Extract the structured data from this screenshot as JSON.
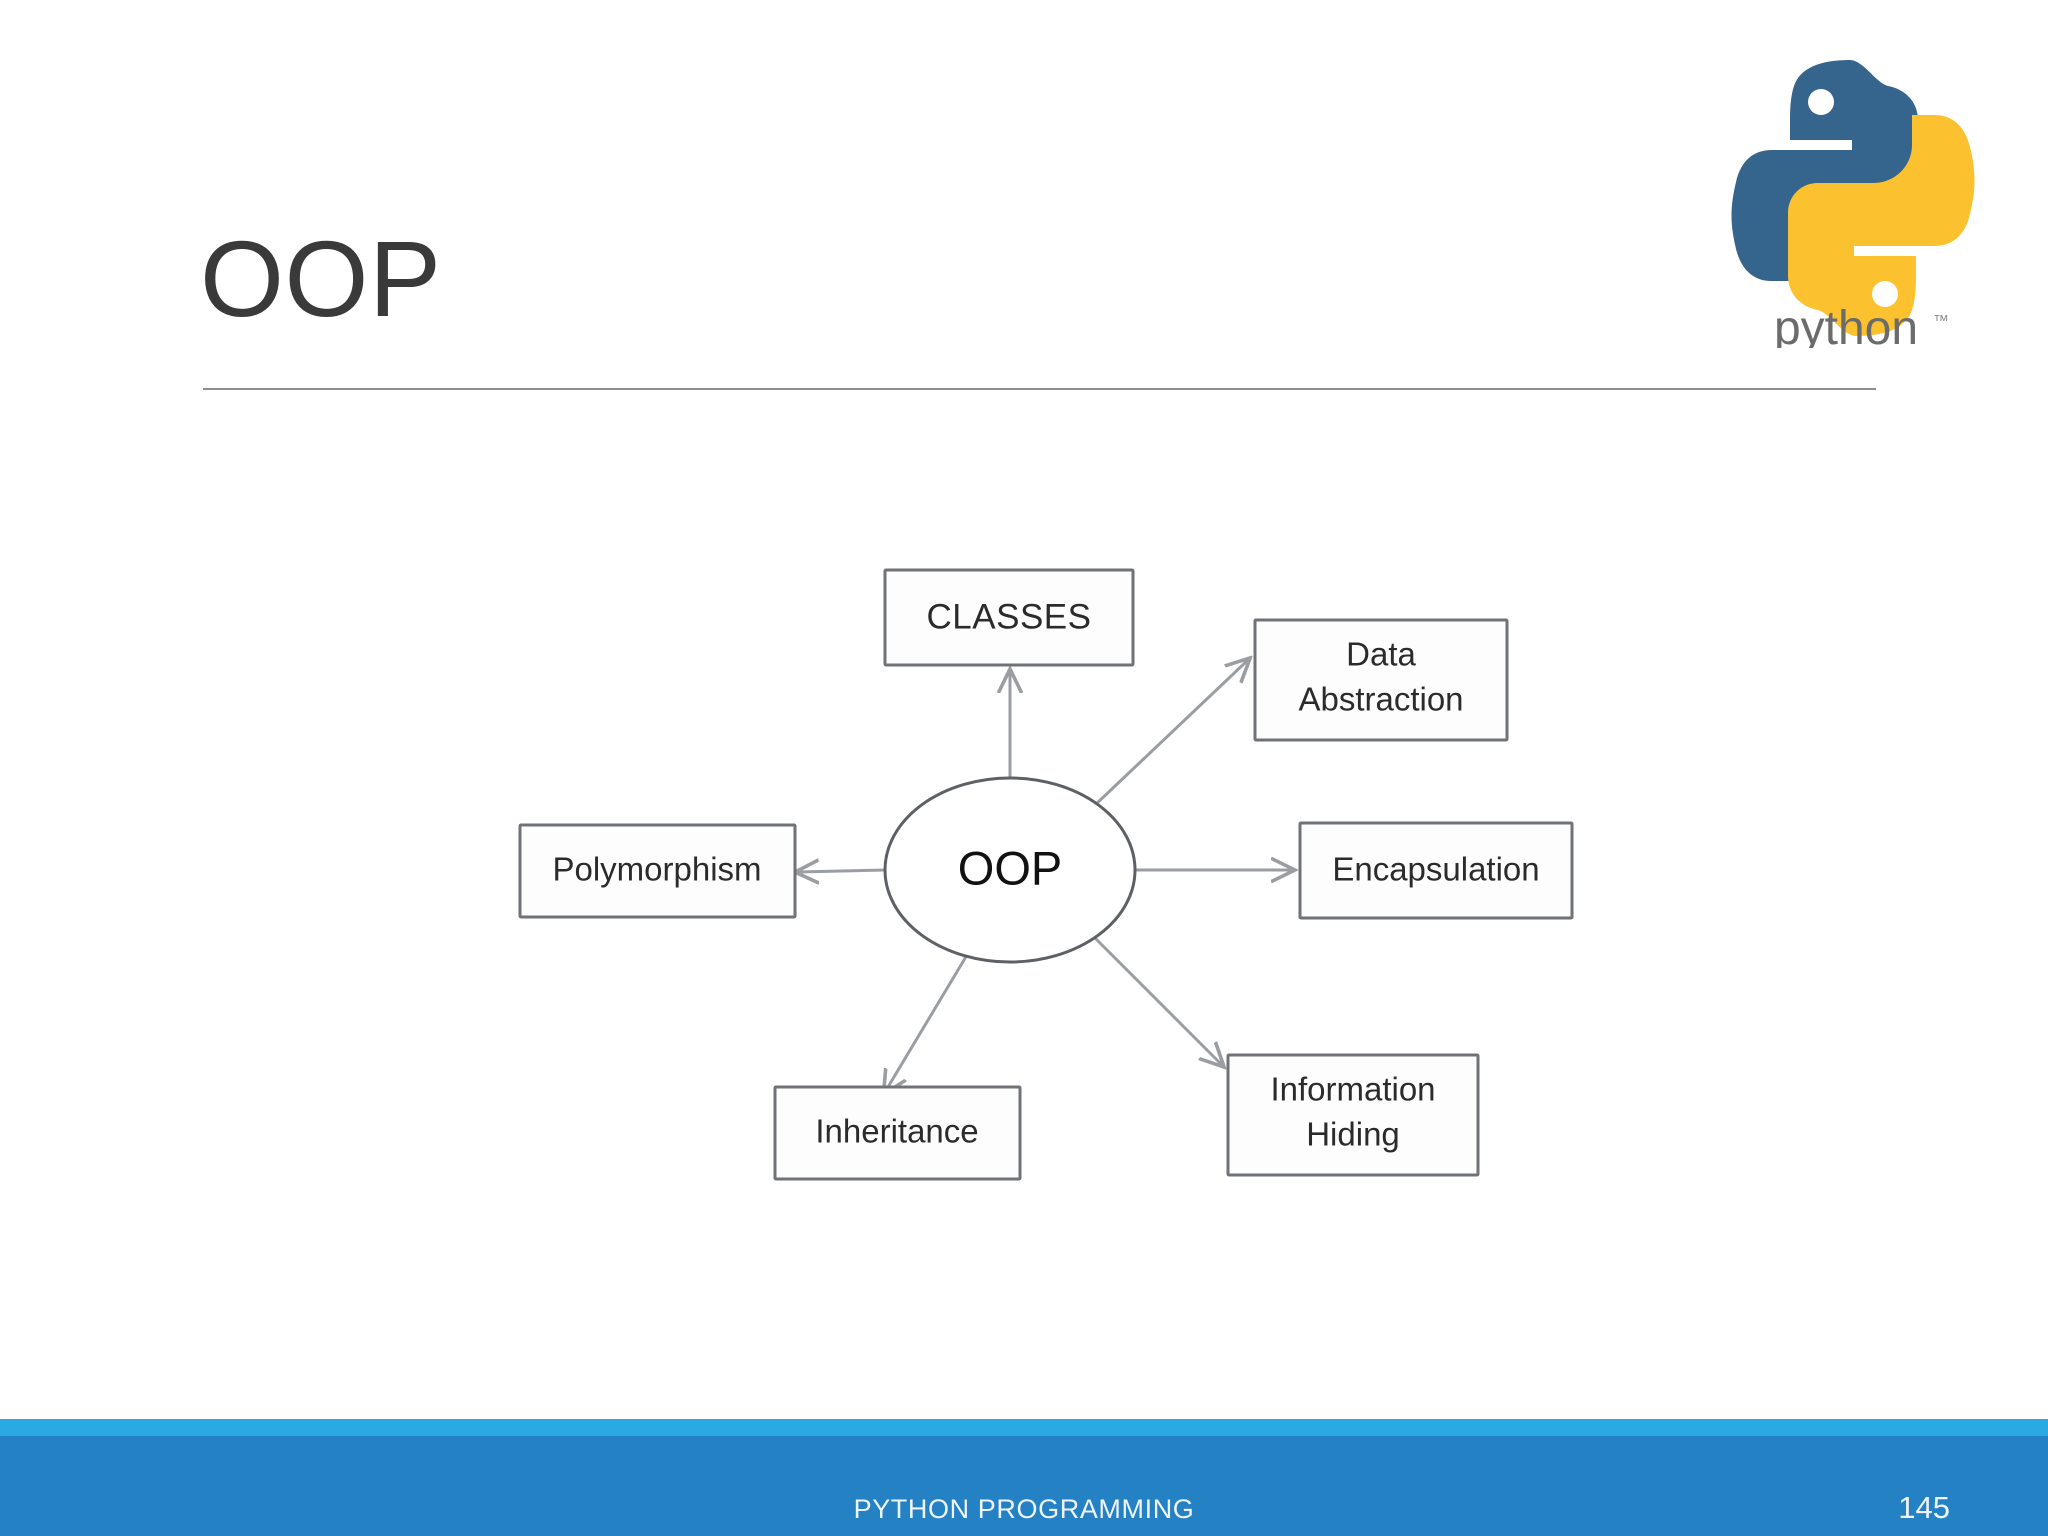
{
  "slide": {
    "title": "OOP",
    "page_number": "145",
    "footer_title": "PYTHON PROGRAMMING"
  },
  "logo": {
    "name": "python-logo",
    "wordmark": "python",
    "trademark": "™",
    "blue": "#35658d",
    "yellow": "#fcc12e"
  },
  "theme": {
    "title_color": "#3a3a3a",
    "rule_color": "#8d8d92",
    "footer_accent": "#29abe2",
    "footer_bar": "#2481c4",
    "footer_text": "#eef4fb",
    "node_stroke": "#6f7276",
    "connector": "#9a9ea3"
  },
  "diagram": {
    "type": "mind-map",
    "center": {
      "label": "OOP",
      "shape": "ellipse"
    },
    "nodes": [
      {
        "id": "classes",
        "label": "CLASSES",
        "lines": [
          "CLASSES"
        ],
        "direction": "up"
      },
      {
        "id": "data-abstraction",
        "label": "Data Abstraction",
        "lines": [
          "Data",
          "Abstraction"
        ],
        "direction": "up-right"
      },
      {
        "id": "encapsulation",
        "label": "Encapsulation",
        "lines": [
          "Encapsulation"
        ],
        "direction": "right"
      },
      {
        "id": "information-hiding",
        "label": "Information Hiding",
        "lines": [
          "Information",
          "Hiding"
        ],
        "direction": "down-right"
      },
      {
        "id": "inheritance",
        "label": "Inheritance",
        "lines": [
          "Inheritance"
        ],
        "direction": "down"
      },
      {
        "id": "polymorphism",
        "label": "Polymorphism",
        "lines": [
          "Polymorphism"
        ],
        "direction": "left"
      }
    ]
  }
}
